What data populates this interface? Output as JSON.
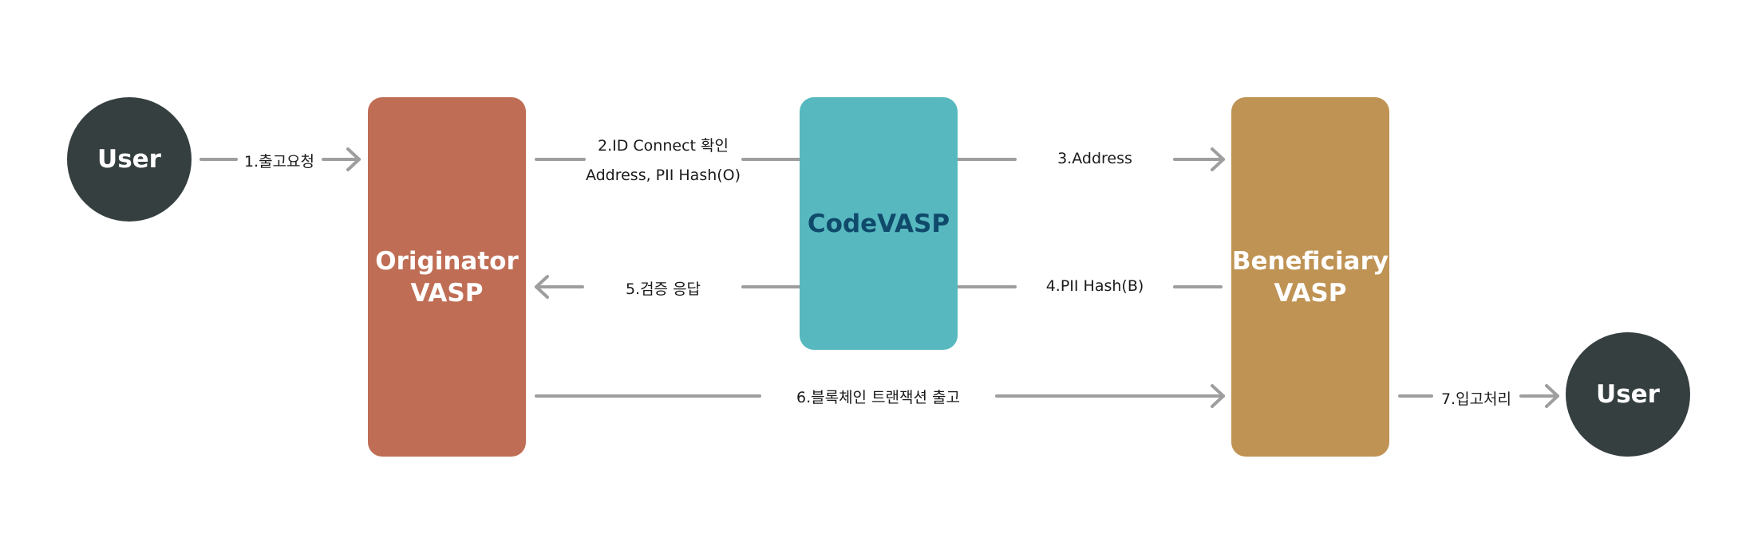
{
  "colors": {
    "user": "#363f40",
    "originator": "#bf6e55",
    "codevasp": "#57b8bf",
    "codevasp_text": "#0f4a6b",
    "beneficiary": "#bf9354",
    "arrow": "#9e9e9e"
  },
  "nodes": {
    "user_left": "User",
    "originator_line1": "Originator",
    "originator_line2": "VASP",
    "codevasp": "CodeVASP",
    "beneficiary_line1": "Beneficiary",
    "beneficiary_line2": "VASP",
    "user_right": "User"
  },
  "steps": {
    "step1": "1.출고요청",
    "step2_line1": "2.ID Connect 확인",
    "step2_line2": "Address, PII Hash(O)",
    "step3": "3.Address",
    "step4": "4.PII Hash(B)",
    "step5": "5.검증 응답",
    "step6": "6.블록체인 트랜잭션 출고",
    "step7": "7.입고처리"
  }
}
